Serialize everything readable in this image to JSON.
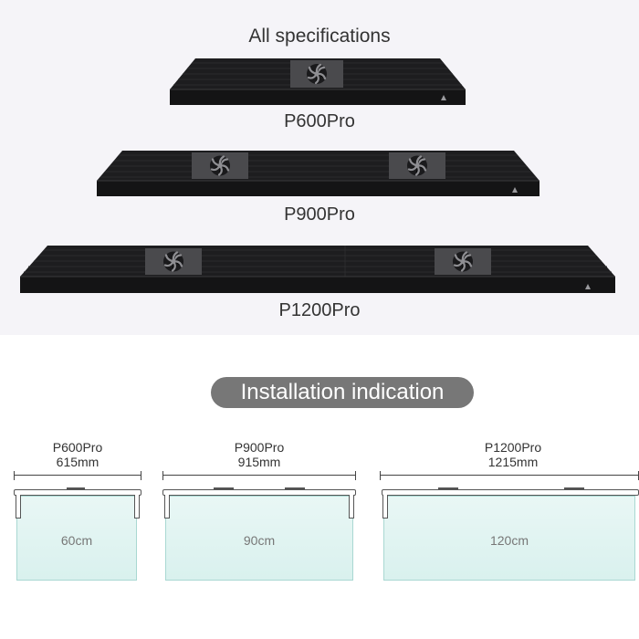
{
  "specs": {
    "heading": "All specifications",
    "models": [
      {
        "name": "P600Pro"
      },
      {
        "name": "P900Pro"
      },
      {
        "name": "P1200Pro"
      }
    ]
  },
  "installation": {
    "heading": "Installation indication",
    "items": [
      {
        "model": "P600Pro",
        "length": "615mm",
        "tank": "60cm"
      },
      {
        "model": "P900Pro",
        "length": "915mm",
        "tank": "90cm"
      },
      {
        "model": "P1200Pro",
        "length": "1215mm",
        "tank": "120cm"
      }
    ]
  },
  "colors": {
    "top_background": "#f5f4f8",
    "fixture_body": "#1c1c1e",
    "pill_background": "#777777",
    "tank_border": "#a9d8d2"
  },
  "icons": [
    "cooling-fan-icon",
    "brand-logo-icon"
  ]
}
